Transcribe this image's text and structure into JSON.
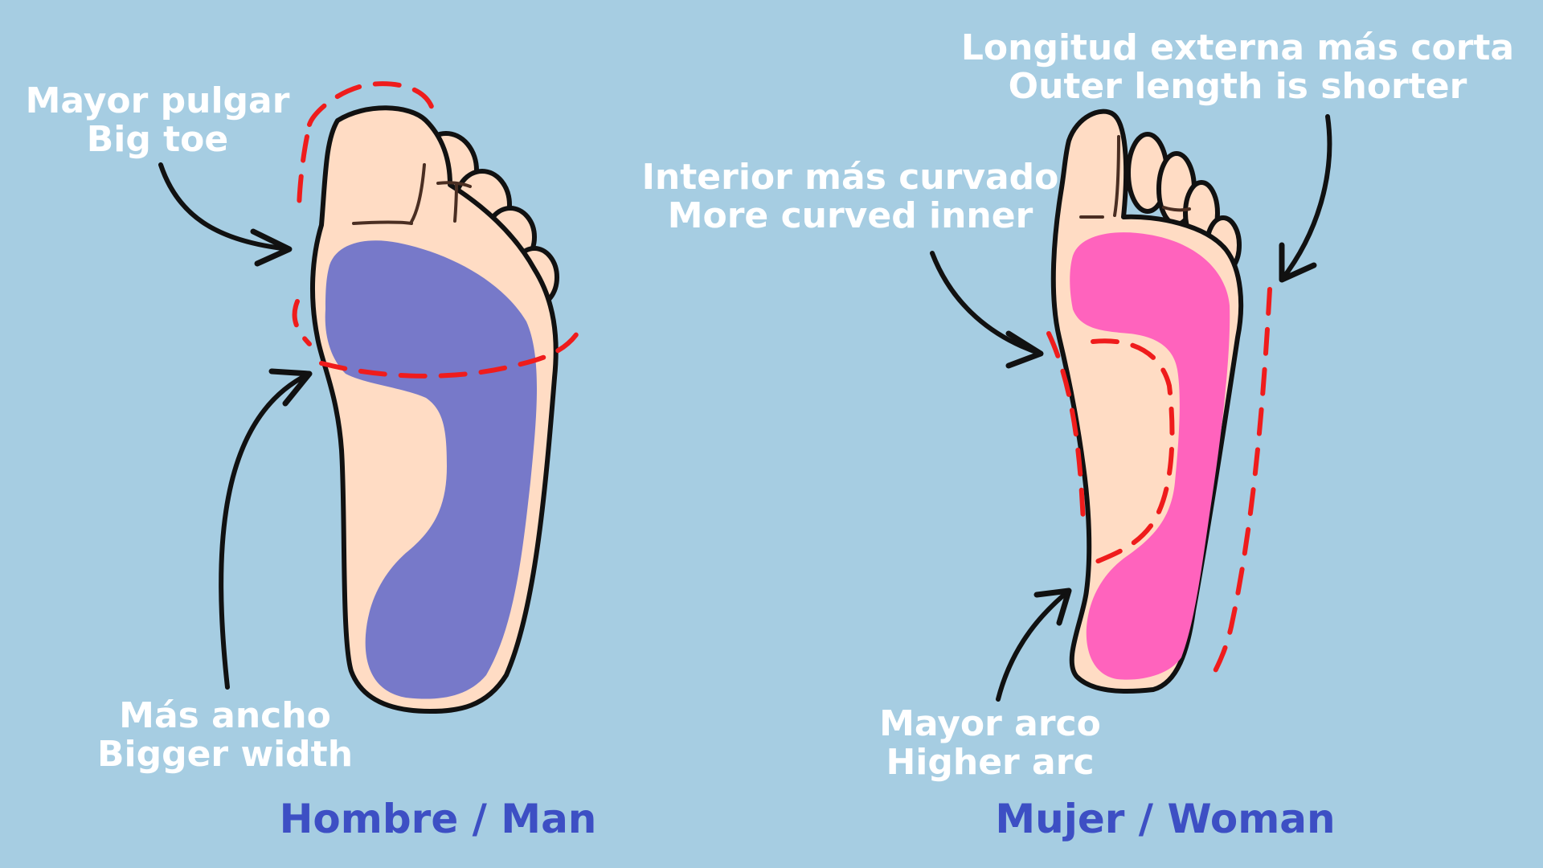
{
  "colors": {
    "background": "#a6cde2",
    "skin": "#ffdcc4",
    "man_pad": "#7779c9",
    "woman_pad": "#ff63bd",
    "highlight_dash": "#ef1c1c",
    "caption": "#3d4fc4",
    "annotation_text": "#ffffff"
  },
  "man": {
    "caption": "Hombre / Man",
    "big_toe": {
      "es": "Mayor pulgar",
      "en": "Big toe"
    },
    "width": {
      "es": "Más ancho",
      "en": "Bigger width"
    }
  },
  "woman": {
    "caption": "Mujer / Woman",
    "outer_length": {
      "es": "Longitud externa más corta",
      "en": "Outer length is shorter"
    },
    "inner_curve": {
      "es": "Interior más curvado",
      "en": "More curved inner"
    },
    "arch": {
      "es": "Mayor arco",
      "en": "Higher arc"
    }
  }
}
